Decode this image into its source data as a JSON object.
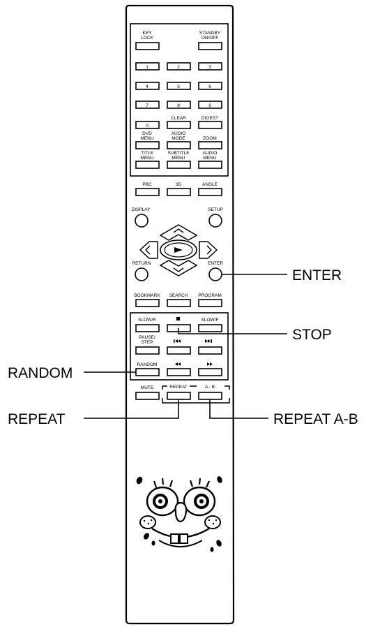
{
  "top_keys": {
    "key_lock": [
      "KEY",
      "LOCK"
    ],
    "standby": [
      "STANDBY",
      "ON/OFF"
    ]
  },
  "numbers": [
    "1",
    "2",
    "3",
    "4",
    "5",
    "6",
    "7",
    "8",
    "9",
    "0"
  ],
  "function_keys": {
    "clear": "CLEAR",
    "digest": "DIGEST",
    "dvd_menu": [
      "DVD",
      "MENU"
    ],
    "audio_mode": [
      "AUDIO",
      "MODE"
    ],
    "zoom": "ZOOM",
    "title_menu": [
      "TITLE",
      "MENU"
    ],
    "subtitle_menu": [
      "SUBTITLE",
      "MENU"
    ],
    "audio_menu": [
      "AUDIO",
      "MENU"
    ]
  },
  "mid_keys": {
    "pbc": "PBC",
    "three_d": "3D",
    "angle": "ANGLE"
  },
  "nav": {
    "display": "DISPLAY",
    "setup": "SETUP",
    "return": "RETURN",
    "enter": "ENTER"
  },
  "lower_keys": {
    "bookmark": "BOOKMARK",
    "search": "SEARCH",
    "program": "PROGRAM"
  },
  "transport": {
    "slow_r": "SLOW/R",
    "slow_f": "SLOW/F",
    "pause_step": [
      "PAUSE/",
      "STEP"
    ],
    "random": "RANDOM"
  },
  "bottom_keys": {
    "mute": "MUTE",
    "repeat": "REPEAT",
    "a_b": "A - B"
  },
  "callouts": {
    "enter": "ENTER",
    "stop": "STOP",
    "random": "RANDOM",
    "repeat": "REPEAT",
    "repeat_ab": "REPEAT A-B"
  }
}
